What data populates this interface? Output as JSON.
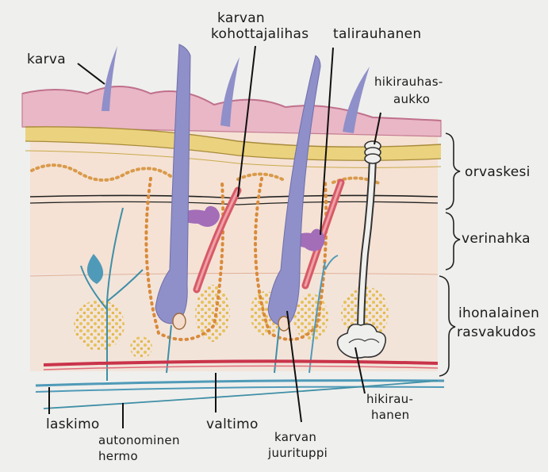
{
  "labels": {
    "karva": "karva",
    "kohottajalihas_1": "karvan",
    "kohottajalihas_2": "kohottajalihas",
    "talirauhanen": "talirauhanen",
    "hikirauhasaukko_1": "hikirauhas-",
    "hikirauhasaukko_2": "aukko",
    "orvaskesi": "orvaskesi",
    "verinahka": "verinahka",
    "ihonalainen_1": "ihonalainen",
    "ihonalainen_2": "rasvakudos",
    "laskimo": "laskimo",
    "autonominen_1": "autonominen",
    "autonominen_2": "hermo",
    "valtimo": "valtimo",
    "juurituppi_1": "karvan",
    "juurituppi_2": "juurituppi",
    "hikirauhanen_1": "hikirau-",
    "hikirauhanen_2": "hanen"
  },
  "colors": {
    "paper": "#efefed",
    "epidermis_pink": "#e9b7c6",
    "epidermis_yellow": "#e9d27a",
    "dermis": "#f3dccb",
    "fat_dots": "#e6c35a",
    "follicle_dots": "#d98a3a",
    "hair": "#8f8fc9",
    "muscle_red": "#d65a66",
    "gland_purple": "#a36db8",
    "vein_blue": "#4f9ab8",
    "artery_red": "#c9344a",
    "nerve_teal": "#3f8fa6"
  }
}
